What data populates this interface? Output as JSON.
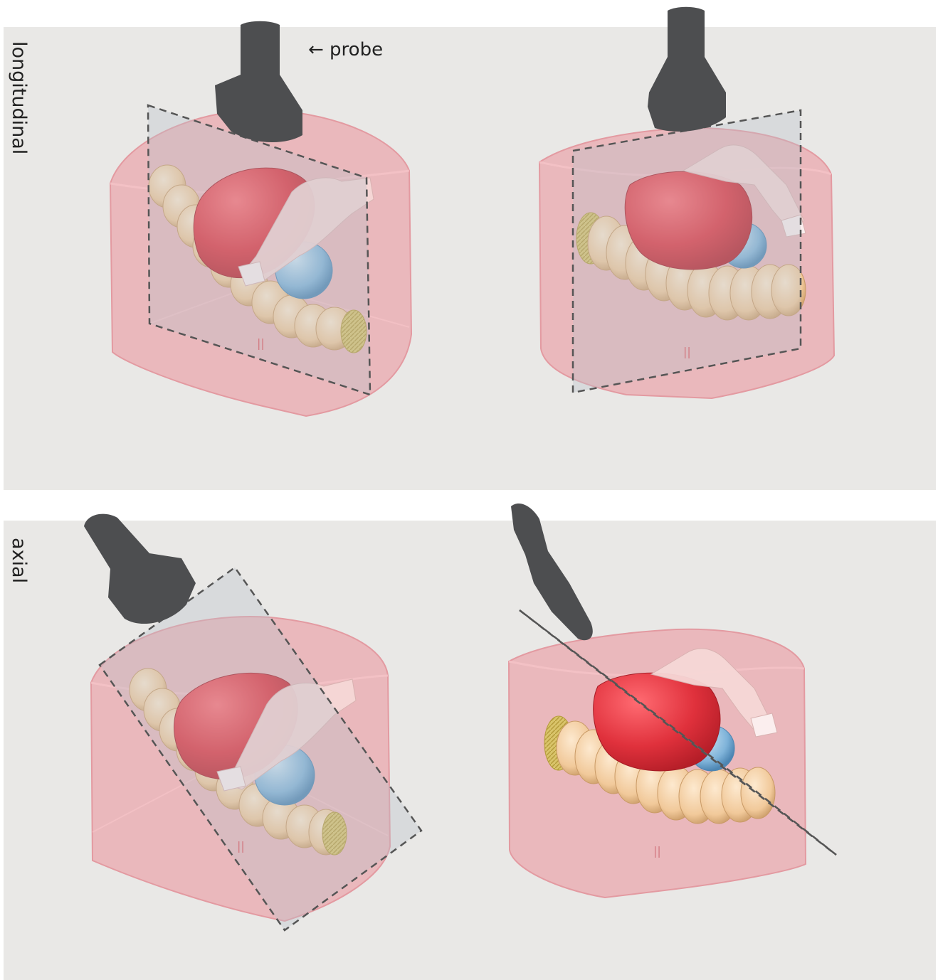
{
  "labels": {
    "row_top": "longitudinal",
    "row_bottom": "axial",
    "probe": "← probe"
  },
  "marks": {
    "center_mark": "||"
  },
  "colors": {
    "background_panel": "#e9e8e6",
    "tissue_block": "#eaa8ae",
    "red_organ": "#e0313c",
    "blue_sphere": "#7fb3d9",
    "tube_segments": "#f1c99a",
    "bone_structure": "#f6d7d6",
    "probe": "#4d4e50",
    "scan_plane": "#b9c1c9",
    "dashed_outline": "#555555"
  },
  "icons": {
    "probe": "ultrasound-probe-icon"
  }
}
